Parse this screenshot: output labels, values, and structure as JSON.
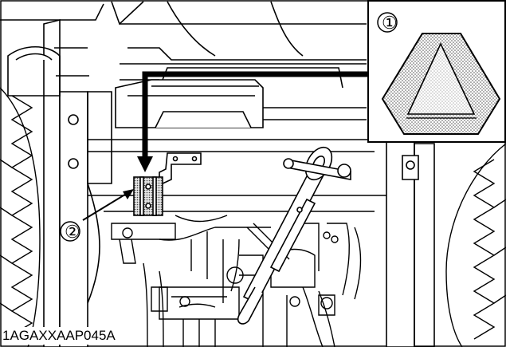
{
  "figure": {
    "code": "1AGAXXAAP045A",
    "callouts": [
      {
        "label": "①",
        "refers_to": "slow-moving-vehicle-emblem"
      },
      {
        "label": "②",
        "refers_to": "emblem-mounting-bracket"
      }
    ]
  }
}
